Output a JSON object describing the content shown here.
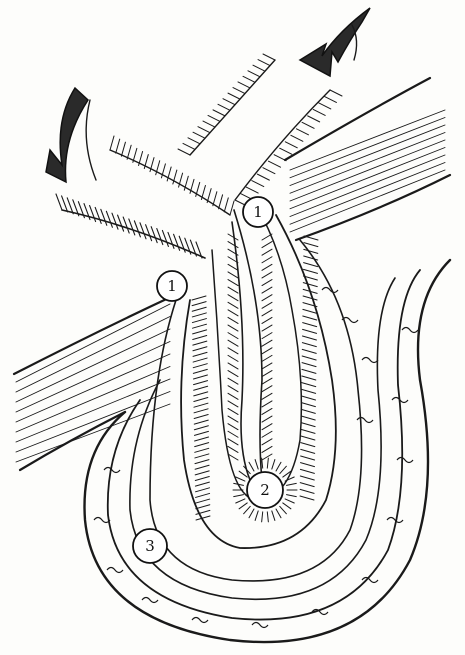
{
  "diagram": {
    "markers": [
      {
        "label": "1"
      },
      {
        "label": "1"
      },
      {
        "label": "2"
      },
      {
        "label": "3"
      }
    ]
  }
}
